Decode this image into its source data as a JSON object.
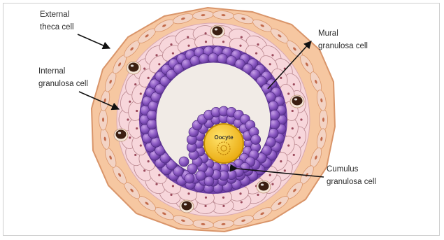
{
  "labels": {
    "external_theca": [
      "External",
      "theca cell"
    ],
    "internal_granulosa": [
      "Internal",
      "granulosa cell"
    ],
    "mural_granulosa": [
      "Mural",
      "granulosa cell"
    ],
    "cumulus_granulosa": [
      "Cumulus",
      "granulosa cell"
    ],
    "oocyte": "Oocyte"
  },
  "colors": {
    "theca": "#f6c7a1",
    "theca_stroke": "#d9956a",
    "theca_cell": "#f3d3c4",
    "internal_cell": "#f7d6db",
    "internal_stroke": "#b9868e",
    "granulosa": "#7d4bb4",
    "granulosa_light": "#b48ad9",
    "granulosa_stroke": "#4e2a80",
    "antrum": "#f1ebe6",
    "oocyte": "#f2c312",
    "oocyte_stroke": "#c08a06",
    "nucleus_dark": "#3b1f12",
    "arrow": "#111111"
  },
  "icons": [
    "follicle-diagram",
    "oocyte-icon",
    "arrow-icon"
  ]
}
